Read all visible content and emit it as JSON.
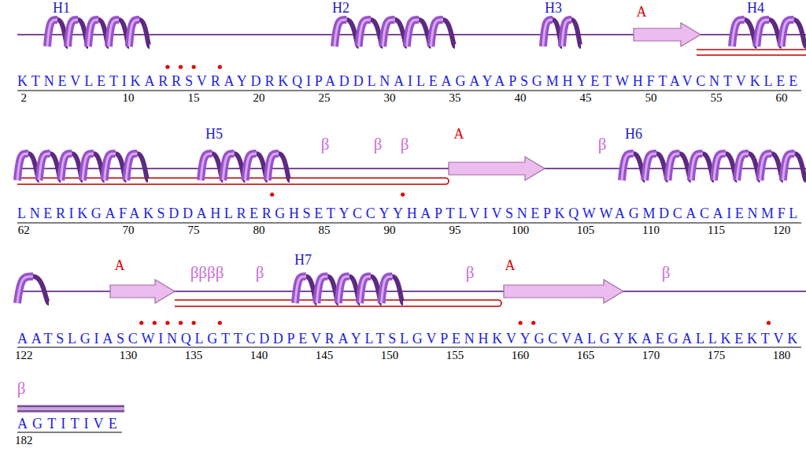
{
  "diagram": {
    "labels": [
      "H1",
      "H2",
      "H3",
      "A",
      "H4",
      "KTNEVLETIKARRSVRAYDRKQIPADDLNAILEAGAYAPSGMHYETWHFTAVCNTVKLEE",
      "2",
      "10",
      "15",
      "20",
      "25",
      "30",
      "35",
      "40",
      "45",
      "50",
      "55",
      "60",
      "H5",
      "β",
      "β",
      "β",
      "A",
      "β",
      "H6",
      "LNERIKGAFAKSDDAHLRERGHSETYCCYYHAPTLVIVSNEPKQWWAGMDCACAIENMFL",
      "62",
      "70",
      "75",
      "80",
      "85",
      "90",
      "95",
      "100",
      "105",
      "110",
      "115",
      "120",
      "A",
      "ββββ",
      "β",
      "H7",
      "β",
      "A",
      "β",
      "AATSLGIASCWINQLGTTCDDPEVRAYLTSLGVPENHKVYGCVALGYKAEGALLKEKTVK",
      "122",
      "130",
      "135",
      "140",
      "145",
      "150",
      "155",
      "160",
      "165",
      "170",
      "175",
      "180",
      "β",
      "AGTITIVE",
      "182"
    ]
  }
}
